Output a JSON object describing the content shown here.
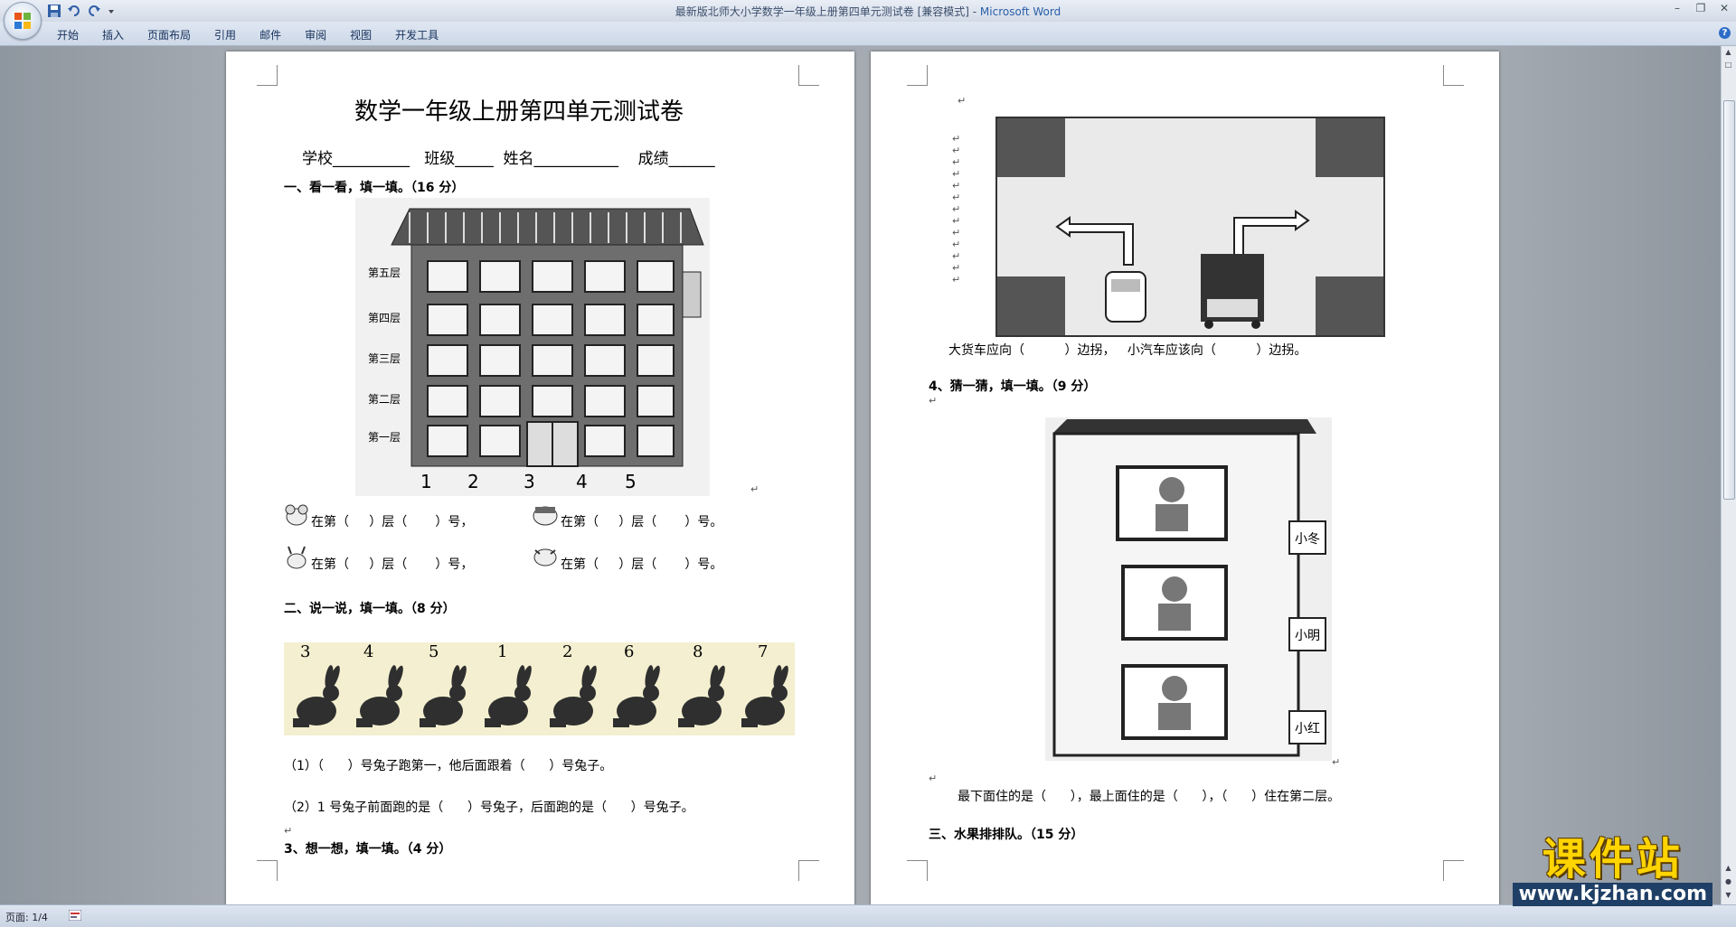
{
  "window": {
    "title": "最新版北师大小学数学一年级上册第四单元测试卷 [兼容模式] - ",
    "app_name": "Microsoft Word"
  },
  "ribbon": {
    "tabs": [
      "开始",
      "插入",
      "页面布局",
      "引用",
      "邮件",
      "审阅",
      "视图",
      "开发工具"
    ]
  },
  "page1": {
    "title": "数学一年级上册第四单元测试卷",
    "info_line": "学校__________   班级_____  姓名___________    成绩______",
    "section1": "一、看一看，填一填。（16 分）",
    "building_floors": [
      "第五层",
      "第四层",
      "第三层",
      "第二层",
      "第一层"
    ],
    "building_numbers": [
      "1",
      "2",
      "3",
      "4",
      "5"
    ],
    "fill1a": "在第（     ）层（       ）号，",
    "fill1b": "在第（     ）层（       ）号。",
    "fill2a": "在第（     ）层（       ）号，",
    "fill2b": "在第（     ）层（       ）号。",
    "section2": "二、说一说，填一填。（8 分）",
    "rabbit_numbers": [
      "3",
      "4",
      "5",
      "1",
      "2",
      "6",
      "8",
      "7"
    ],
    "q2_1": "（1）（      ）号兔子跑第一，他后面跟着（      ）号兔子。",
    "q2_2": "（2）1 号兔子前面跑的是（      ）号兔子，后面跑的是（      ）号兔子。",
    "section3": "3、想一想，填一填。（4 分）"
  },
  "page2": {
    "truck_question": "大货车应向（          ）边拐，   小汽车应该向（          ）边拐。",
    "section4": "4、猜一猜，填一填。（9 分）",
    "names": [
      "小冬",
      "小明",
      "小红"
    ],
    "live_question": "最下面住的是（      ），最上面住的是（      ），（      ）住在第二层。",
    "section3b": "三、水果排排队。（15 分）"
  },
  "status": {
    "page_info": "页面: 1/4"
  },
  "watermark": {
    "brand": "课件站",
    "url": "www.kjzhan.com"
  },
  "colors": {
    "ribbon_bg": "#d3dbe7",
    "workspace_bg": "#a5abb2",
    "watermark_yellow": "#ffd400"
  }
}
